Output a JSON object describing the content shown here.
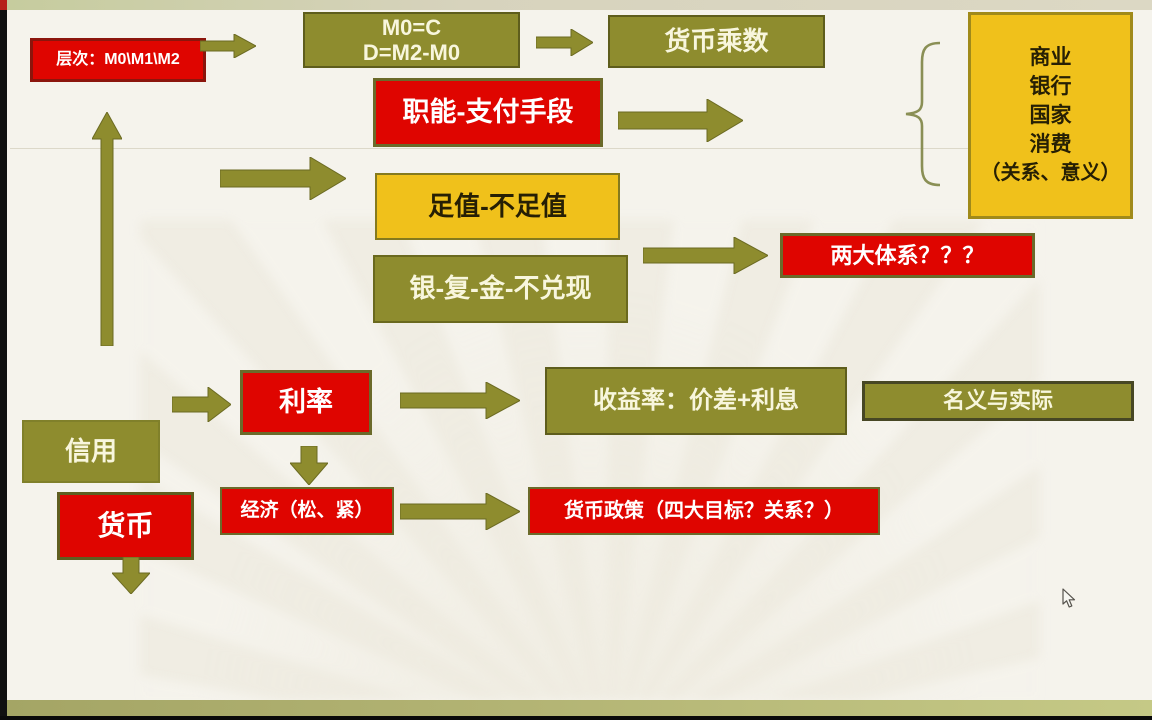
{
  "slide": {
    "boxes": {
      "levels": "层次：M0\\M1\\M2",
      "formula_line1": "M0=C",
      "formula_line2": "D=M2-M0",
      "multiplier": "货币乘数",
      "function_payment": "职能-支付手段",
      "bank_group": [
        "商业",
        "银行",
        "国家",
        "消费",
        "（关系、意义）"
      ],
      "full_value": "足值-不足值",
      "standards": "银-复-金-不兑现",
      "two_systems": "两大体系？？？",
      "interest_rate": "利率",
      "yield": "收益率：价差+利息",
      "nominal_real": "名义与实际",
      "credit": "信用",
      "currency": "货币",
      "economy": "经济（松、紧）",
      "monetary_policy": "货币政策（四大目标？关系？）"
    },
    "colors": {
      "olive": "#8e8c2e",
      "olive_dark": "#5e5d1c",
      "red": "#df0500",
      "gold": "#f0c11b",
      "background": "#f5f3ec",
      "strip_green": "#c6cc9e",
      "rec_red": "#b62019"
    },
    "icons": [
      "left-brace-icon",
      "mouse-cursor-icon",
      "block-arrow-icon"
    ]
  }
}
